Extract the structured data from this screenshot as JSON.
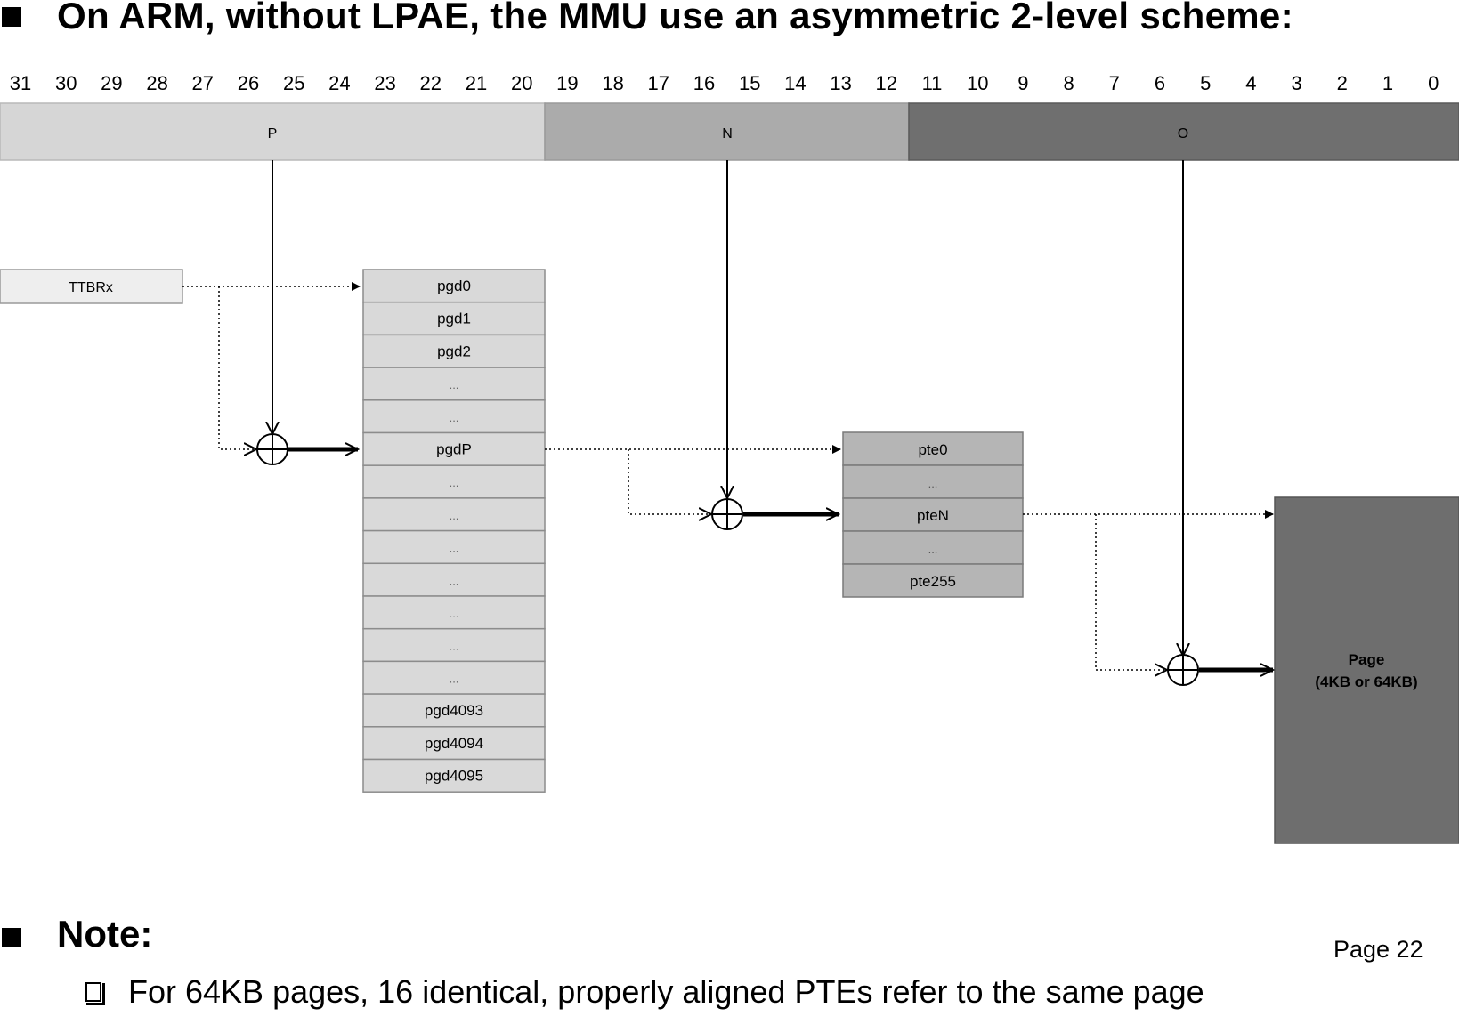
{
  "title": "On ARM, without LPAE, the MMU use an asymmetric 2-level scheme:",
  "bit_numbers": [
    "31",
    "30",
    "29",
    "28",
    "27",
    "26",
    "25",
    "24",
    "23",
    "22",
    "21",
    "20",
    "19",
    "18",
    "17",
    "16",
    "15",
    "14",
    "13",
    "12",
    "11",
    "10",
    "9",
    "8",
    "7",
    "6",
    "5",
    "4",
    "3",
    "2",
    "1",
    "0"
  ],
  "address_fields": [
    {
      "label": "P",
      "color": "#d6d6d6"
    },
    {
      "label": "N",
      "color": "#ababab"
    },
    {
      "label": "O",
      "color": "#6f6f6f"
    }
  ],
  "ttbr_label": "TTBRx",
  "pgd_table": [
    "pgd0",
    "pgd1",
    "pgd2",
    "...",
    "...",
    "pgdP",
    "...",
    "...",
    "...",
    "...",
    "...",
    "...",
    "...",
    "pgd4093",
    "pgd4094",
    "pgd4095"
  ],
  "pte_table": [
    "pte0",
    "...",
    "pteN",
    "...",
    "pte255"
  ],
  "page_box": {
    "line1": "Page",
    "line2": "(4KB or 64KB)",
    "color": "#6e6e6e"
  },
  "note": {
    "heading": "Note:",
    "items": [
      "For 64KB pages, 16 identical, properly aligned PTEs refer to the same page"
    ]
  },
  "page_number": "Page 22"
}
